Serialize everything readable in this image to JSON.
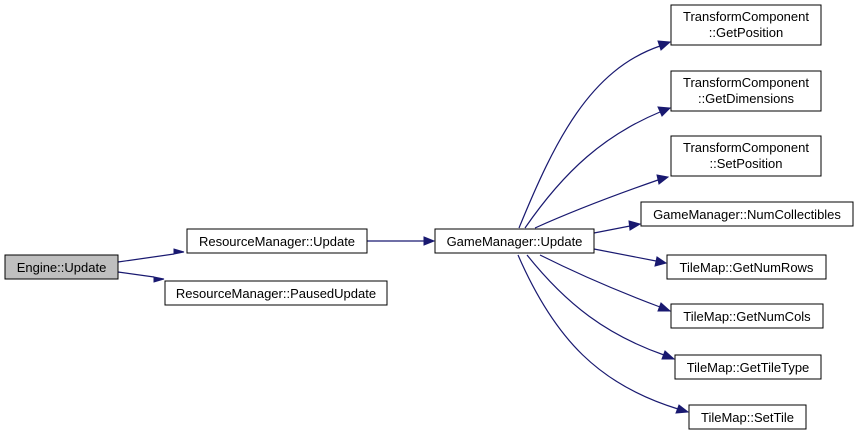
{
  "colors": {
    "edge": "#191970",
    "root_fill": "#bfbfbf",
    "node_fill": "#ffffff",
    "border": "#000000"
  },
  "nodes": {
    "engine_update": {
      "lines": [
        "Engine::Update"
      ]
    },
    "resource_update": {
      "lines": [
        "ResourceManager::Update"
      ]
    },
    "resource_paused_update": {
      "lines": [
        "ResourceManager::PausedUpdate"
      ]
    },
    "game_update": {
      "lines": [
        "GameManager::Update"
      ]
    },
    "tc_get_position": {
      "lines": [
        "TransformComponent",
        "::GetPosition"
      ]
    },
    "tc_get_dimensions": {
      "lines": [
        "TransformComponent",
        "::GetDimensions"
      ]
    },
    "tc_set_position": {
      "lines": [
        "TransformComponent",
        "::SetPosition"
      ]
    },
    "gm_num_collectibles": {
      "lines": [
        "GameManager::NumCollectibles"
      ]
    },
    "tm_get_num_rows": {
      "lines": [
        "TileMap::GetNumRows"
      ]
    },
    "tm_get_num_cols": {
      "lines": [
        "TileMap::GetNumCols"
      ]
    },
    "tm_get_tile_type": {
      "lines": [
        "TileMap::GetTileType"
      ]
    },
    "tm_set_tile": {
      "lines": [
        "TileMap::SetTile"
      ]
    }
  },
  "edges": [
    {
      "from": "engine_update",
      "to": "resource_update"
    },
    {
      "from": "engine_update",
      "to": "resource_paused_update"
    },
    {
      "from": "resource_update",
      "to": "game_update"
    },
    {
      "from": "game_update",
      "to": "tc_get_position"
    },
    {
      "from": "game_update",
      "to": "tc_get_dimensions"
    },
    {
      "from": "game_update",
      "to": "tc_set_position"
    },
    {
      "from": "game_update",
      "to": "gm_num_collectibles"
    },
    {
      "from": "game_update",
      "to": "tm_get_num_rows"
    },
    {
      "from": "game_update",
      "to": "tm_get_num_cols"
    },
    {
      "from": "game_update",
      "to": "tm_get_tile_type"
    },
    {
      "from": "game_update",
      "to": "tm_set_tile"
    }
  ]
}
